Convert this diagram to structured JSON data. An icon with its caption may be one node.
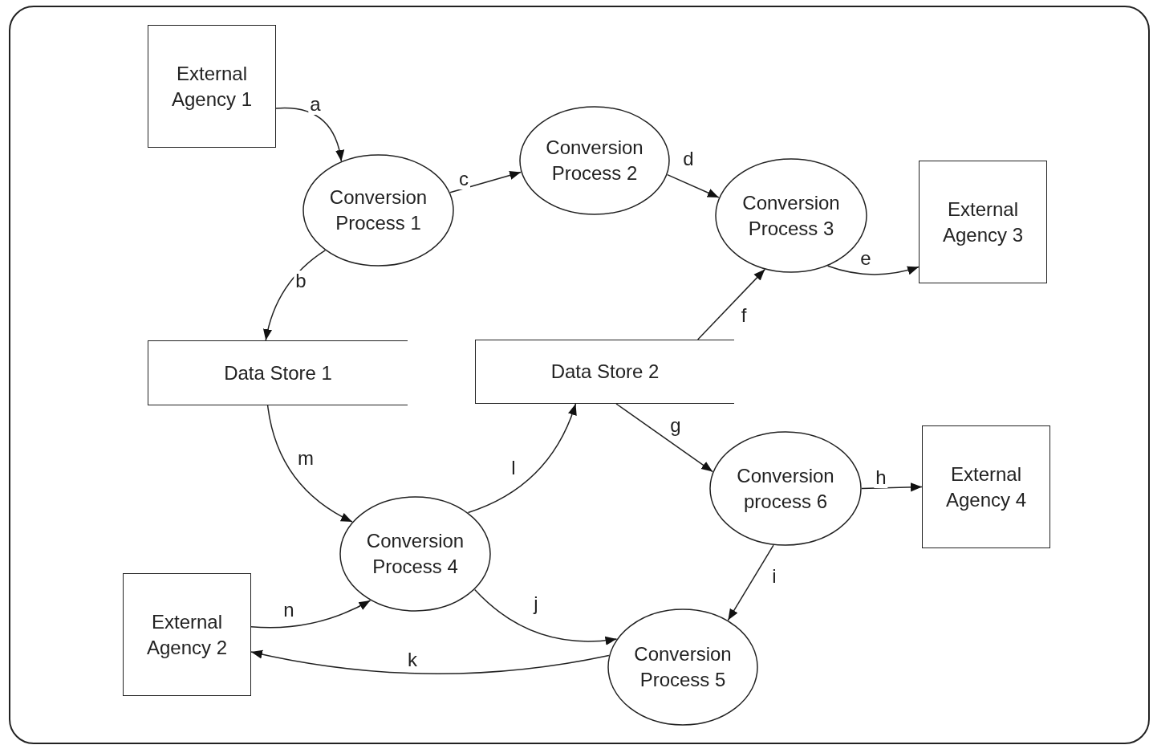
{
  "diagram": {
    "nodes": [
      {
        "text": [
          "External Agency 1"
        ]
      },
      {
        "text": [
          "Conversion Process 1"
        ]
      },
      {
        "text": [
          "Conversion Process 2"
        ]
      },
      {
        "text": [
          "Conversion Process 3"
        ]
      },
      {
        "text": [
          "External Agency 3"
        ]
      },
      {
        "text": [
          "Data Store 1"
        ]
      },
      {
        "text": [
          "Data Store 2"
        ]
      },
      {
        "text": [
          "Conversion process 6"
        ]
      },
      {
        "text": [
          "External Agency 4"
        ]
      },
      {
        "text": [
          "Conversion Process 4"
        ]
      },
      {
        "text": [
          "External Agency 2"
        ]
      },
      {
        "text": [
          "Conversion Process 5"
        ]
      }
    ],
    "edges": [
      {
        "from": 0,
        "to": 1,
        "arrow": "to",
        "label": "a"
      },
      {
        "from": 1,
        "to": 5,
        "arrow": "to",
        "label": "b"
      },
      {
        "from": 1,
        "to": 2,
        "arrow": "to",
        "label": "c"
      },
      {
        "from": 2,
        "to": 3,
        "arrow": "to",
        "label": "d"
      },
      {
        "from": 3,
        "to": 4,
        "arrow": "to",
        "label": "e"
      },
      {
        "from": 6,
        "to": 3,
        "arrow": "to",
        "label": "f"
      },
      {
        "from": 6,
        "to": 7,
        "arrow": "to",
        "label": "g"
      },
      {
        "from": 7,
        "to": 8,
        "arrow": "to",
        "label": "h"
      },
      {
        "from": 7,
        "to": 11,
        "arrow": "to",
        "label": "i"
      },
      {
        "from": 9,
        "to": 11,
        "arrow": "to",
        "label": "j"
      },
      {
        "from": 11,
        "to": 10,
        "arrow": "to",
        "label": "k"
      },
      {
        "from": 9,
        "to": 6,
        "arrow": "to",
        "label": "l"
      },
      {
        "from": 5,
        "to": 9,
        "arrow": "to",
        "label": "m"
      },
      {
        "from": 10,
        "to": 9,
        "arrow": "to",
        "label": "n"
      }
    ]
  }
}
